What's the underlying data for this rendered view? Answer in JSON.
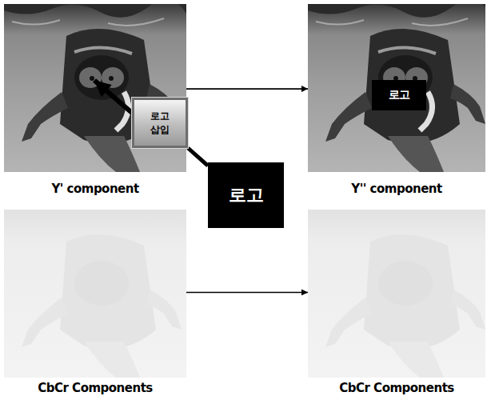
{
  "diagram": {
    "nodes": [
      {
        "text": [
          "Y' component"
        ]
      },
      {
        "text": [
          "로고 삽입"
        ]
      },
      {
        "text": [
          "로고"
        ]
      },
      {
        "text": [
          "Y'' component"
        ]
      },
      {
        "text": [
          "로고"
        ],
        "in": 3
      },
      {
        "text": [
          "CbCr Components"
        ]
      },
      {
        "text": [
          "CbCr Components"
        ]
      }
    ],
    "edges": [
      {
        "from": 0,
        "to": 3,
        "arrow": "to"
      },
      {
        "from": 1,
        "to": 0,
        "arrow": "to"
      },
      {
        "from": 2,
        "to": 1,
        "arrow": "none"
      },
      {
        "from": 5,
        "to": 6,
        "arrow": "to"
      }
    ]
  }
}
